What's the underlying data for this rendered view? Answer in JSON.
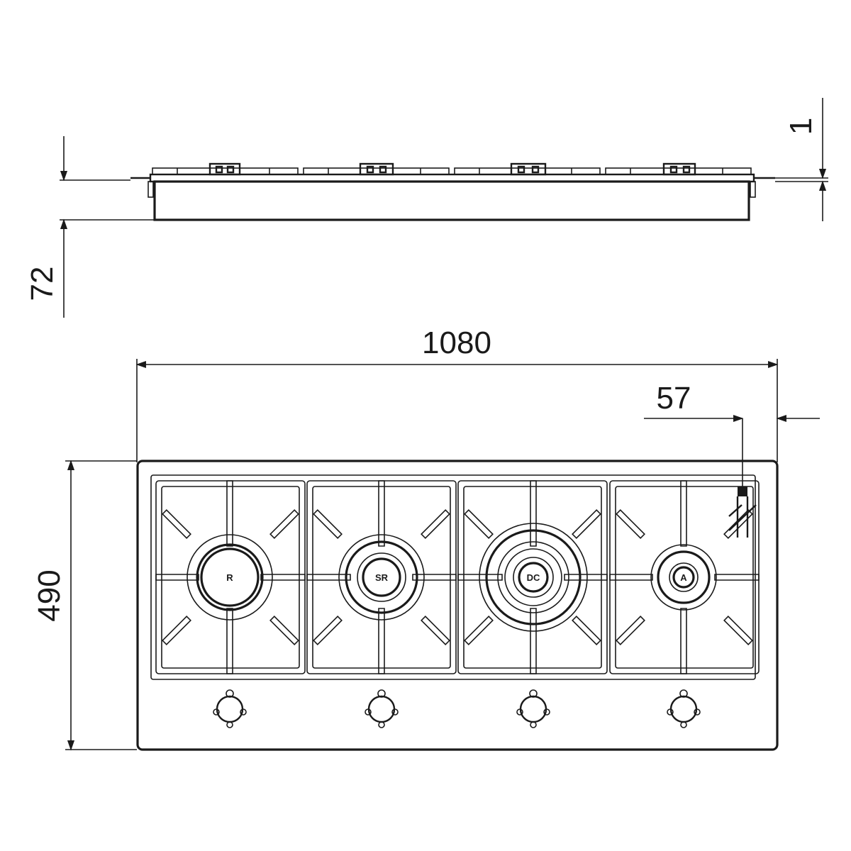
{
  "dimensions": {
    "total_width": "1080",
    "depth": "490",
    "height_below": "72",
    "glass_thickness": "1",
    "connector_offset": "57"
  },
  "burners": [
    {
      "label": "R"
    },
    {
      "label": "SR"
    },
    {
      "label": "DC"
    },
    {
      "label": "A"
    }
  ],
  "knob_count": 4
}
